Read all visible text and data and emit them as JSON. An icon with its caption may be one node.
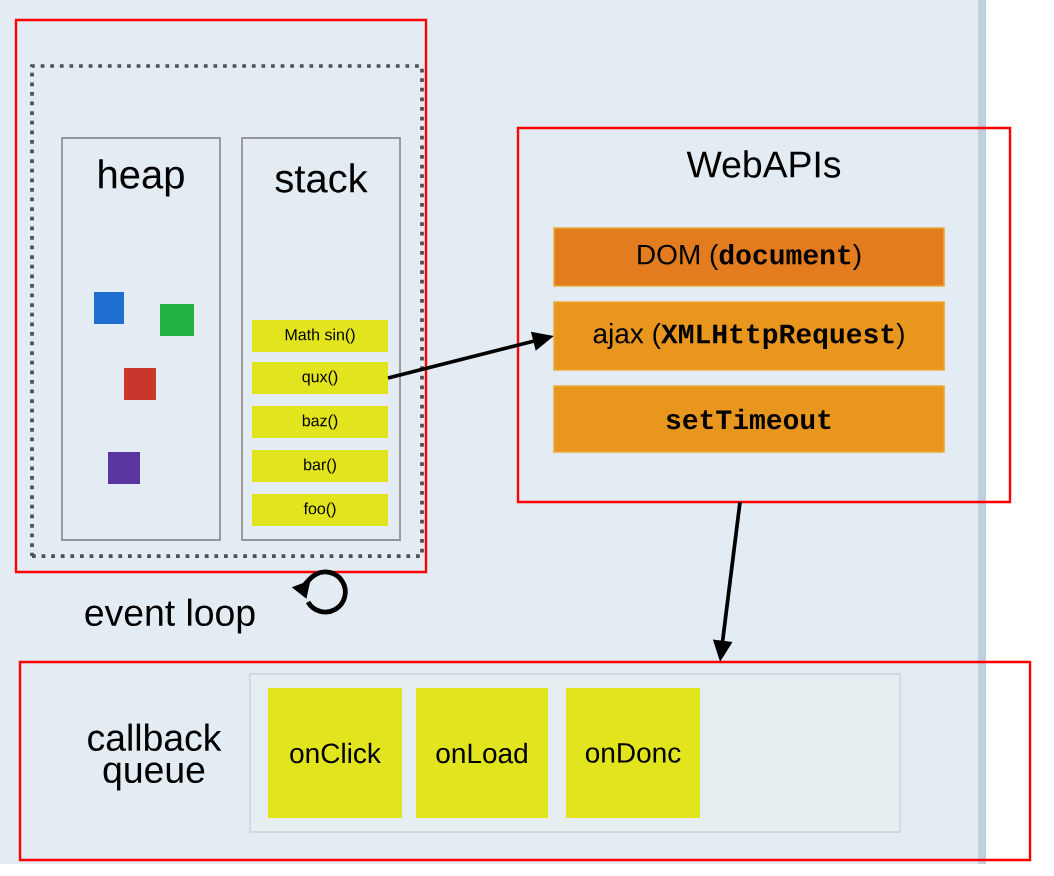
{
  "diagram": {
    "nodes": [
      {
        "text": [],
        "shape": "box"
      },
      {
        "text": [],
        "shape": "box",
        "in": 0
      },
      {
        "text": [
          "heap"
        ],
        "in": 1
      },
      {
        "text": [],
        "shape": "box",
        "in": 2
      },
      {
        "text": [],
        "shape": "box",
        "in": 2
      },
      {
        "text": [],
        "shape": "box",
        "in": 2
      },
      {
        "text": [],
        "shape": "box",
        "in": 2
      },
      {
        "text": [
          "stack"
        ],
        "in": 1
      },
      {
        "text": [
          "Math sin()"
        ],
        "in": 7
      },
      {
        "text": [
          "qux()"
        ],
        "in": 7
      },
      {
        "text": [
          "baz()"
        ],
        "in": 7
      },
      {
        "text": [
          "bar()"
        ],
        "in": 7
      },
      {
        "text": [
          "foo()"
        ],
        "in": 7
      },
      {
        "text": [
          "WebAPIs"
        ]
      },
      {
        "text": [
          "DOM (**document**)"
        ],
        "in": 13
      },
      {
        "text": [
          "ajax (**XMLHttpRequest**)"
        ],
        "in": 13
      },
      {
        "text": [
          "setTimeout"
        ],
        "in": 13
      },
      {
        "text": [
          "callback queue"
        ]
      },
      {
        "text": [],
        "shape": "box",
        "in": 17
      },
      {
        "text": [
          "onClick"
        ],
        "in": 18
      },
      {
        "text": [
          "onLoad"
        ],
        "in": 18
      },
      {
        "text": [
          "onDonc"
        ],
        "in": 18
      }
    ],
    "edges": [
      {
        "from": 9,
        "to": 15,
        "arrow": "to"
      },
      {
        "from": 13,
        "to": 17,
        "arrow": "to"
      }
    ],
    "labels": [
      "event loop"
    ]
  }
}
